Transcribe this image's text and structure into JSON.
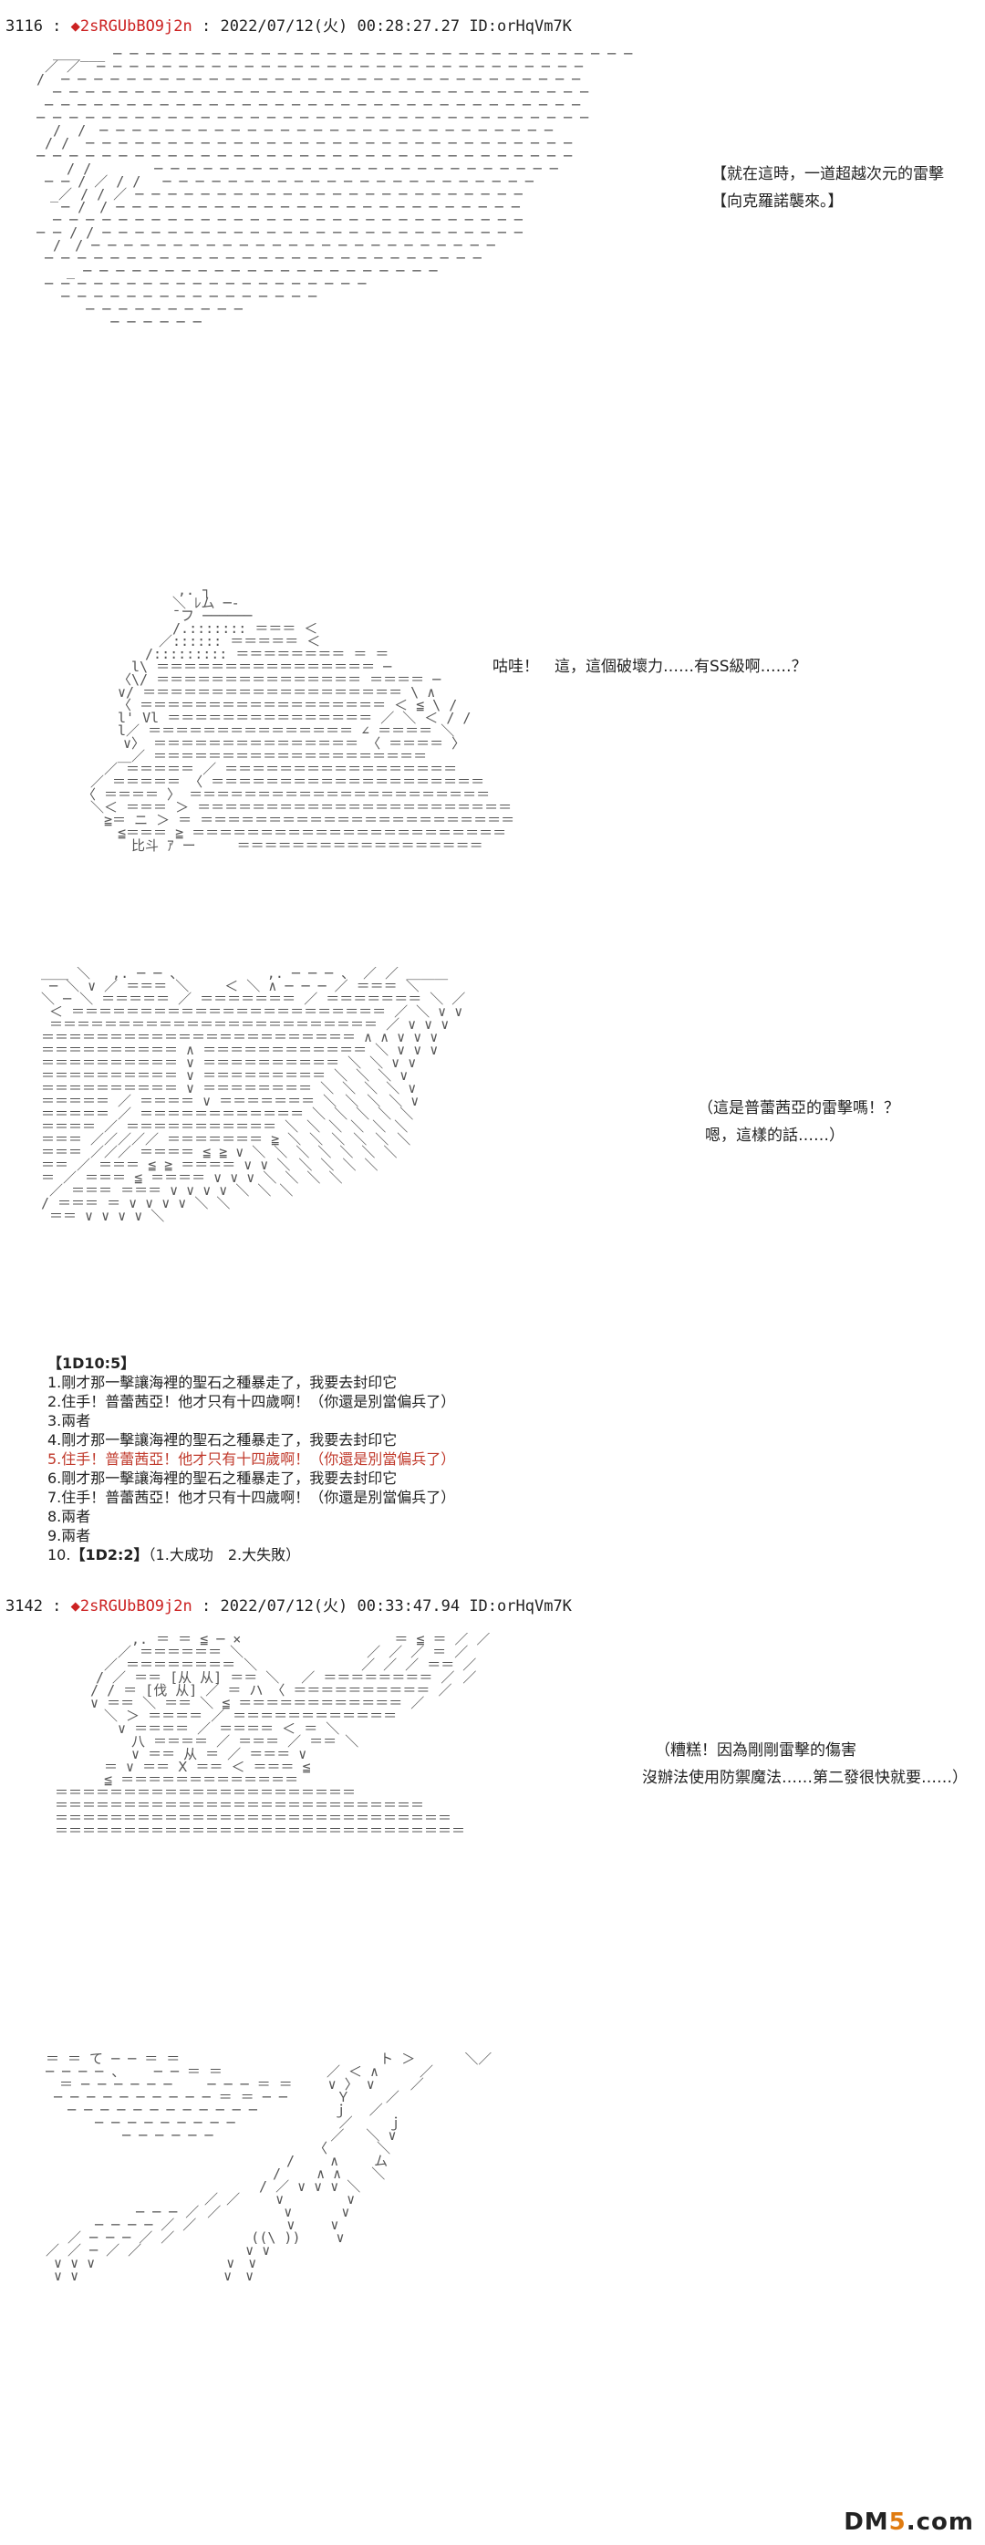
{
  "posts": [
    {
      "number": "3116 :",
      "diamond": "◆",
      "trip": "2sRGUbBO9j2n",
      "meta": " : 2022/07/12(火) 00:28:27.27 ID:orHqVm7K"
    },
    {
      "number": "3142 :",
      "diamond": "◆",
      "trip": "2sRGUbBO9j2n",
      "meta": " : 2022/07/12(火) 00:33:47.94 ID:orHqVm7K"
    }
  ],
  "captions": {
    "c1": [
      "【就在這時，一道超越次元的雷擊",
      "【向克羅諾襲來。】"
    ],
    "c2": [
      "咕哇！　這，這個破壞力……有SS級啊……？"
    ],
    "c3": [
      "（這是普蕾茜亞的雷擊嗎！？",
      "嗯，這樣的話……）"
    ],
    "c4": [
      "（糟糕！因為剛剛雷擊的傷害",
      "沒辦法使用防禦魔法……第二發很快就要……）"
    ]
  },
  "dice": {
    "header": "【1D10:5】",
    "options": [
      "1.剛才那一擊讓海裡的聖石之種暴走了，我要去封印它",
      "2.住手！普蕾茜亞！他才只有十四歲啊！（你還是別當偏兵了）",
      "3.兩者",
      "4.剛才那一擊讓海裡的聖石之種暴走了，我要去封印它",
      "5.住手！普蕾茜亞！他才只有十四歲啊！（你還是別當偏兵了）",
      "6.剛才那一擊讓海裡的聖石之種暴走了，我要去封印它",
      "7.住手！普蕾茜亞！他才只有十四歲啊！（你還是別當偏兵了）",
      "8.兩者",
      "9.兩者"
    ],
    "highlight_index": 4,
    "last_prefix": "10.",
    "last_bold": "【1D2:2】",
    "last_rest": "（1.大成功　2.大失敗）"
  },
  "art": {
    "scene1": "  ＿＿___ ─ ─ ─ ─ ─ ─ ─ ─ ─ ─ ─ ─ ─ ─ ─ ─ ─ ─ ─ ─ ─ ─ ─ ─ ─ ─ ─ ─ ─ ─ ─ ─\n ／ ／  ─ ─ ─ ─ ─ ─ ─ ─ ─ ─ ─ ─ ─ ─ ─ ─ ─ ─ ─ ─ ─ ─ ─ ─ ─ ─ ─ ─ ─ ─\n/  ─ ─ ─ ─ ─ ─ ─ ─ ─ ─ ─ ─ ─ ─ ─ ─ ─ ─ ─ ─ ─ ─ ─ ─ ─ ─ ─ ─ ─ ─ ─ ─\n  ─ ─ ─ ─ ─ ─ ─ ─ ─ ─ ─ ─ ─ ─ ─ ─ ─ ─ ─ ─ ─ ─ ─ ─ ─ ─ ─ ─ ─ ─ ─ ─ ─\n ─ ─ ─ ─ ─ ─ ─ ─ ─ ─ ─ ─ ─ ─ ─ ─ ─ ─ ─ ─ ─ ─ ─ ─ ─ ─ ─ ─ ─ ─ ─ ─ ─\n─ ─ ─ ─ ─ ─ ─ ─ ─ ─ ─ ─ ─ ─ ─ ─ ─ ─ ─ ─ ─ ─ ─ ─ ─ ─ ─ ─ ─ ─ ─ ─ ─ ─\n  /  /　─ ─ ─ ─ ─ ─ ─ ─ ─ ─ ─ ─ ─ ─ ─ ─ ─ ─ ─ ─ ─ ─ ─ ─ ─ ─ ─ ─\n / /  ─ ─ ─ ─ ─ ─ ─ ─ ─ ─ ─ ─ ─ ─ ─ ─ ─ ─ ─ ─ ─ ─ ─ ─ ─ ─ ─ ─ ─ ─\n─ ─ ─ ─ ─ ─ ─ ─ ─ ─ ─ ─ ─ ─ ─ ─ ─ ─ ─ ─ ─ ─ ─ ─ ─ ─ ─ ─ ─ ─ ─ ─ ─\n  　/ /　　　　 ─ ─ ─ ─ ─ ─ ─ ─ ─ ─ ─ ─ ─ ─ ─ ─ ─ ─ ─ ─ ─ ─ ─ ─ ─\n ─ ─ / ／ / /　 ─ ─ ─ ─ ─ ─ ─ ─ ─ ─ ─ ─ ─ ─ ─ ─ ─ ─ ─ ─ ─ ─ ─\n　_／ / / ／ ─ ─ ─ ─ ─ ─ ─ ─ ─ ─ ─ ─ ─ ─ ─ ─ ─ ─ ─ ─ ─ ─ ─ ─\n   ─ /　/ ─ ─ ─ ─ ─ ─ ─ ─ ─ ─ ─ ─ ─ ─ ─ ─ ─ ─ ─ ─ ─ ─ ─ ─ ─\n  ─ ─ ─ ─ ─ ─ ─ ─ ─ ─ ─ ─ ─ ─ ─ ─ ─ ─ ─ ─ ─ ─ ─ ─ ─ ─ ─ ─ ─\n─ ─ / / ─ ─ ─ ─ ─ ─ ─ ─ ─ ─ ─ ─ ─ ─ ─ ─ ─ ─ ─ ─ ─ ─ ─ ─ ─ ─\n  /　/ ─ ─ ─ ─ ─ ─ ─ ─ ─ ─ ─ ─ ─ ─ ─ ─ ─ ─ ─ ─ ─ ─ ─ ─ ─\n ─ ─ ─ ─ ─ ─ ─ ─ ─ ─ ─ ─ ─ ─ ─ ─ ─ ─ ─ ─ ─ ─ ─ ─ ─ ─ ─\n　  _ ─ ─ ─ ─ ─ ─ ─ ─ ─ ─ ─ ─ ─ ─ ─ ─ ─ ─ ─ ─ ─ ─\n ─ ─ ─ ─ ─ ─ ─ ─ ─ ─ ─ ─ ─ ─ ─ ─ ─ ─ ─ ─\n   ─ ─ ─ ─ ─ ─ ─ ─ ─ ─ ─ ─ ─ ─ ─ ─\n      ─ ─ ─ ─ ─ ─ ─ ─ ─ ─\n         ─ ─ ─ ─ ─ ─",
    "scene2": "　　　　　　　,. ┐\n　　　　　　 ＼ ﾚム ─‐\n　　　　　　 ¯フ ──────\n　　　　　　 /.::::::: ＝＝＝ ＜\n　　　　　 ／:::::: ＝＝＝＝＝ ＜\n　　　　 /::::::::: ＝＝＝＝＝＝＝＝ ＝ ＝\n　　　 l\\ ＝＝＝＝＝＝＝＝＝＝＝＝＝＝＝＝ ─\n　　 〈\\/ ＝＝＝＝＝＝＝＝＝＝＝＝＝＝＝ ＝＝＝＝ ─\n　　 ∨/ ＝＝＝＝＝＝＝＝＝＝＝＝＝＝＝＝＝＝＝ \\ ∧\n　　 〈 ＝＝＝＝＝＝＝＝＝＝＝＝＝＝＝＝＝＝ ＜ ≦ \\ /\n　　 l' Vl ＝＝＝＝＝＝＝＝＝＝＝＝＝＝＝ ／ ＼ ＜ / /\n　　 l／ ＝＝＝＝＝＝＝＝＝＝＝＝＝＝＝ ∠ ＝＝＝＝ ＼\n　　　∨〉 ＝＝＝＝＝＝＝＝＝＝＝＝＝＝＝ 〈 ＝＝＝＝ 〉\n　　 ＿／ ＝＝＝＝＝＝＝＝＝＝＝＝＝＝＝＝＝＝＝＝\n　 ／ ＝＝＝＝＝ ／ ＝＝＝＝＝＝＝＝＝＝＝＝＝＝＝＝＝\n ／ ＝＝＝＝＝ 〈 ＝＝＝＝＝＝＝＝＝＝＝＝＝＝＝＝＝＝＝＝\n〈 ＝＝＝＝ 〉 ＝＝＝＝＝＝＝＝＝＝＝＝＝＝＝＝＝＝＝＝＝＝\n ＼＜ ＝＝＝ ＞ ＝＝＝＝＝＝＝＝＝＝＝＝＝＝＝＝＝＝＝＝＝＝＝\n　 ≧＝ ニ ＞ ＝ ＝＝＝＝＝＝＝＝＝＝＝＝＝＝＝＝＝＝＝＝＝＝＝\n　　 ≦＝＝＝ ≧ ＝＝＝＝＝＝＝＝＝＝＝＝＝＝＝＝＝＝＝＝＝＝＝\n　　　 比斗 ｱ ー　　　＝＝＝＝＝＝＝＝＝＝＝＝＝＝＝＝＝＝",
    "scene3": "＿＿ ＼　 ,. ─ ─ 、　　　　　　 ,. ─ ─ ─ 、 ／ ／ ＿＿＿\n ─ ＼ ∨ ／ ＝＝＝ ＼　　 ＜ ＼ ∧ ─ ─ ─ ／ ＝＝＝ ＼\n＼ ─ ＼ ＝＝＝＝＝ ／ ＝＝＝＝＝＝＝ ／ ＝＝＝＝＝＝＝ ＼ ／\n ＜ ＝＝＝＝＝＝＝＝＝＝＝＝＝＝＝＝＝＝＝＝＝＝＝ ／ ＼ ∨ ∨\n ＝＝＝＝＝＝＝＝＝＝＝＝＝＝＝＝＝＝＝＝＝＝＝＝ ／ ∨ ∨ ∨\n＝＝＝＝＝＝＝＝＝＝＝＝＝＝＝＝＝＝＝＝＝＝＝ ∧ ∧ ∨ ∨ ∨\n＝＝＝＝＝＝＝＝＝＝ ∧ ＝＝＝＝＝＝＝＝＝＝＝＝ ＼ ∨ ∨ ∨\n＝＝＝＝＝＝＝＝＝＝ ∨ ＝＝＝＝＝＝＝＝＝＝ ＼ ＼ ∨ ∨\n＝＝＝＝＝＝＝＝＝＝ ∨ ＝＝＝＝＝＝＝＝＝ ＼ ＼ ＼ ∨\n＝＝＝＝＝＝＝＝＝＝ ∨ ＝＝＝＝＝＝＝＝ ＼ ＼ ＼ ＼ ∨\n＝＝＝＝＝ ／ ＝＝＝＝ ∨ ＝＝＝＝＝＝＝ ＼ ＼ ＼ ＼ ∨\n＝＝＝＝＝ ／ ＝＝＝＝＝＝＝＝＝＝＝＝ ＼ ＼ ＼ ＼ ＼\n＝＝＝＝ ／ ＝＝＝＝＝＝＝＝＝＝＝ ＼ ＼ ＼ ＼ ＼ ＼\n＝＝＝ ／／／／／ ＝＝＝＝＝＝＝ ≧ ＼ ＼ ＼ ＼ ＼ ＼\n＝＝＝ ／／／ ＝＝＝＝ ≦ ≧ ∨ ＼ ＼ ＼ ＼ ＼ ＼ ＼\n＝＝ ／ ＝＝＝ ≦ ≧ ＝＝＝＝ ∨ ∨ ＼ ＼ ＼ ＼ ＼\n＝ ／ ＝＝＝ ≦ ＝＝＝＝ ∨ ∨ ∨ ＼ ＼ ＼ ＼\n ／ ＝＝＝ ＝＝＝ ∨ ∨ ∨ ∨ ＼ ＼ ＼\n/ ＝＝＝ ＝ ∨ ∨ ∨ ∨ ＼ ＼\n ＝＝ ∨ ∨ ∨ ∨ ＼",
    "scene4": "　　　　　 ,. ＝ ＝ ≦ ─ × 　　　　　　　　　　 ＝ ≦ ＝ ／ ／\n　　　　 ／ ＝＝＝＝＝＝ ＼　　　　　　　　　／ ／ ／ ＝ ／\n　　　 ／ ＝＝＝＝＝＝＝＝ ＼　　　　　　　 ／ ／ ／ ＝＝ ／\n　　　/ ／ ＝＝ [从 从] ＝＝ ＼　 ／ ＝＝＝＝＝＝＝＝ ／ ／\n　　 / / ＝ [伐 从] ／ ＝ ハ 〈 ＝＝＝＝＝＝＝＝＝＝ ／\n　　 ∨ ＝＝ ＼ ＝＝ ＼ ≦ ＝＝＝＝＝＝＝＝＝＝＝＝ ／\n　　　 ＼ ＞ ＝＝＝＝ ／ ＝＝＝＝＝＝＝＝＝＝＝＝\n　　　　 ∨ ＝＝＝＝ ／ ＝＝＝＝ ＜ ＝ ＼\n　　　　　 八 ＝＝＝＝ ／ ＝＝＝ ／ ＝＝ ＼\n　　　　　 ∨ ＝＝ 从 ＝ ／ ＝＝＝ ∨\n　　　 ＝ ∨ ＝＝ Ⅹ ＝＝ ＜ ＝＝＝ ≦\n　　　 ≦ ＝＝＝＝＝＝＝＝＝＝＝＝＝\n＝＝＝＝＝＝＝＝＝＝＝＝＝＝＝＝＝＝＝＝＝＝\n＝＝＝＝＝＝＝＝＝＝＝＝＝＝＝＝＝＝＝＝＝＝＝＝＝＝＝\n＝＝＝＝＝＝＝＝＝＝＝＝＝＝＝＝＝＝＝＝＝＝＝＝＝＝＝＝＝\n＝＝＝＝＝＝＝＝＝＝＝＝＝＝＝＝＝＝＝＝＝＝＝＝＝＝＝＝＝＝",
    "scene5": "＝ ＝ て ─ ─ ＝ ＝　　　　　　　　　　　　　　 ト ＞　　　 ＼／\n─ ─ ─ ─ 、　　 ─ ─ ＝ ＝　　　　　　　 ／ ＜ ∧　　　／\n　＝ ─ ─ ─ ─ ─ ─　　 ─ ─ ─ ＝ ＝　　 ∨ 〉 ∨　　 ／\n ─ ─ ─ ─ ─ ─ ─ ─ ─ ─ ＝ ＝ ─ ─　　　 Ｙ　　 ／\n　 ─ ─ ─ ─ ─ ─ ─ ─ ─ ─ ─ ─　　　　　 ｊ　 ／\n　　　 ─ ─ ─ ─ ─ ─ ─ ─ ─　　　　　　　 ／　　 ｊ\n　　　　　 ─ ─ ─ ─ ─ ─　　　　　　　　 ／　 ＼ ∨\n　　　　　　　　　　　　　　　　　　　 〈　　　 ＼\n　　　　　　　　　　　　　　　　　 /　　 ∧　　 ム\n　　　　　　　　　　　　　　　　 /　　 ∧ ∧ 　 ＼\n　　　　　　　　　　　　　　　 / ／ ∨ ∨ ∨ ＼\n　　　　　　　　　　　 ／ ／　　 ∨　　　　 ∨\n　　　　　　 ─ ─ ─ ／ ／　　　　 ∨　　　 ∨\n　　　 ─ ─ ─ ─ ／ ／　　　　　　 ∨　　 ∨\n　 ／ ─ ─ ─ ／ ／　　　　　 ((\\ ))　　 ∨\n／ ／ ─ ／ ／　　　　　　　 ∨ ∨\n ∨ ∨ ∨　　　　　　　　　 ∨　∨\n ∨ ∨　　　　　　　　　　 ∨　∨"
  },
  "watermark": {
    "prefix": "DM",
    "mid": "5",
    "suffix": ".com"
  }
}
